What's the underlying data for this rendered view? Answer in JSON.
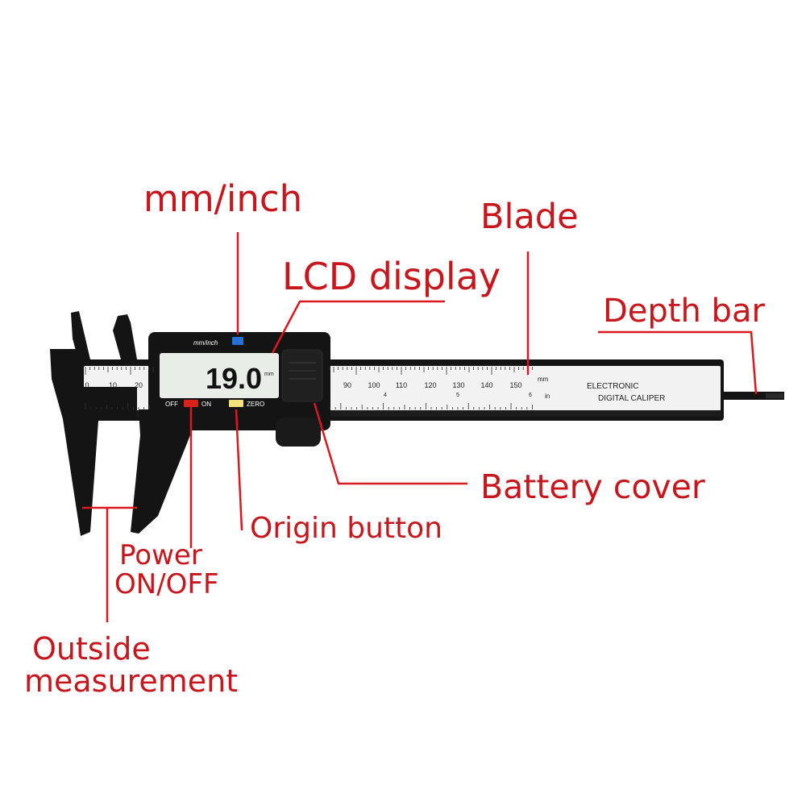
{
  "colors": {
    "label": "#c8161d",
    "leader": "#d9181f",
    "body": "#141414",
    "ruler": "#f2f2f2",
    "lcd": "#e9ede8",
    "unit_button": "#2a6fd6",
    "power_button": "#d8221c",
    "zero_button": "#f1e27a"
  },
  "labels": {
    "mm_inch": "mm/inch",
    "blade": "Blade",
    "lcd_display": "LCD display",
    "depth_bar": "Depth bar",
    "battery_cover": "Battery cover",
    "origin_button": "Origin button",
    "power_line1": "Power",
    "power_line2": "ON/OFF",
    "outside_line1": "Outside",
    "outside_line2": "measurement"
  },
  "caliper": {
    "lcd_reading": "19.0",
    "lcd_unit": "mm",
    "unit_button_label": "mm/inch",
    "off_label": "OFF",
    "on_label": "ON",
    "zero_label": "ZERO",
    "brand_line1": "ELECTRONIC",
    "brand_line2": "DIGITAL CALIPER",
    "scale_mm_unit": "mm",
    "scale_in_unit": "in",
    "mm_ticks_left": [
      "0",
      "10",
      "20"
    ],
    "mm_ticks_right": [
      "90",
      "100",
      "110",
      "120",
      "130",
      "140",
      "150"
    ],
    "inch_ticks": [
      "4",
      "5",
      "6"
    ]
  },
  "icons": {
    "leader_lines": "callout-leader-lines"
  }
}
